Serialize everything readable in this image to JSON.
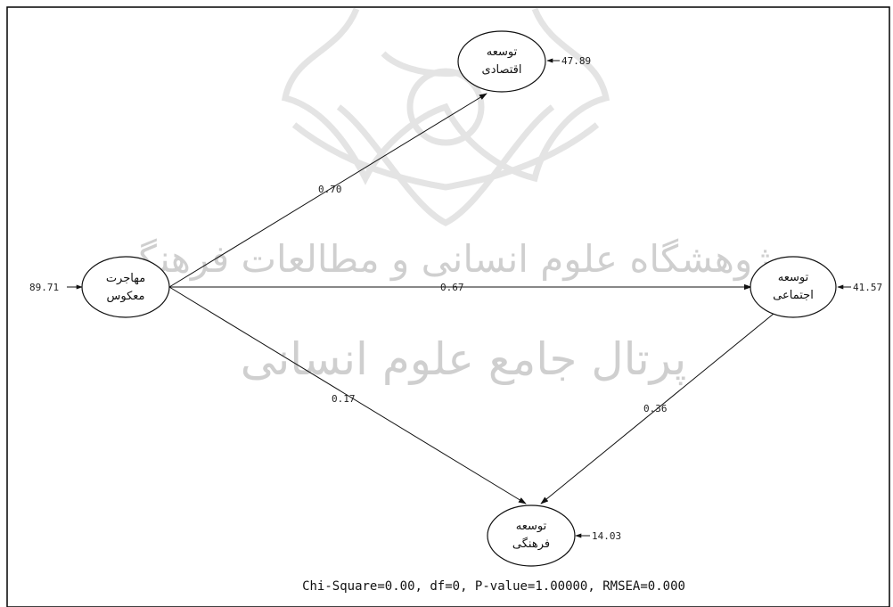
{
  "nodes": {
    "reverse_migration": {
      "line1": "مهاجرت",
      "line2": "معکوس",
      "error": "89.71"
    },
    "economic_development": {
      "line1": "توسعه",
      "line2": "اقتصادی",
      "error": "47.89"
    },
    "social_development": {
      "line1": "توسعه",
      "line2": "اجتماعی",
      "error": "41.57"
    },
    "cultural_development": {
      "line1": "توسعه",
      "line2": "فرهنگی",
      "error": "14.03"
    }
  },
  "paths": {
    "migration_to_economic": "0.70",
    "migration_to_social": "0.67",
    "migration_to_cultural": "0.17",
    "social_to_cultural": "0.36"
  },
  "fit_statistics": "Chi-Square=0.00, df=0, P-value=1.00000, RMSEA=0.000",
  "watermark": {
    "line1": "پژوهشگاه علوم انسانی و مطالعات فرهنگی",
    "line2": "پرتال جامع علوم انسانی"
  }
}
